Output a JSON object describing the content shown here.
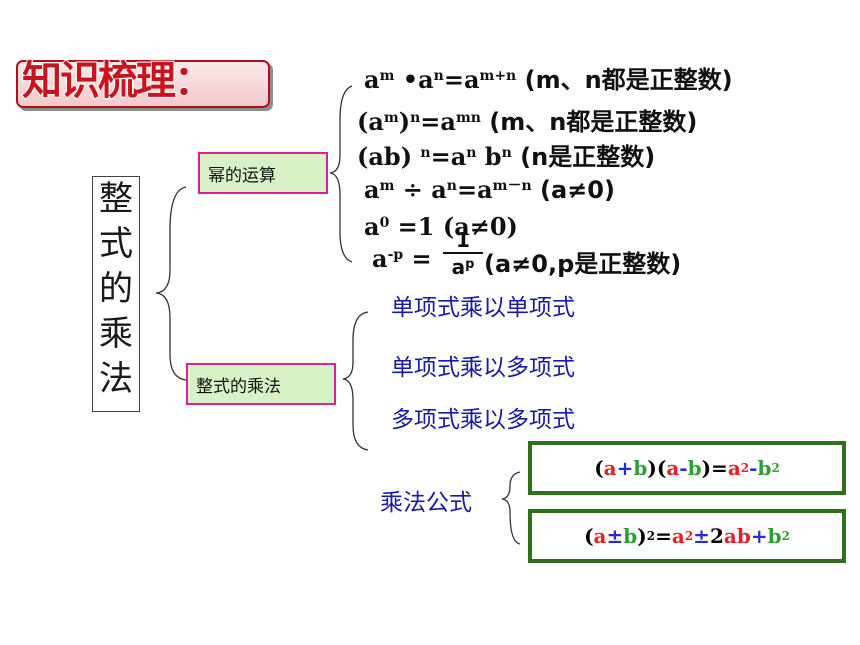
{
  "title": "知识梳理：",
  "main_topic": [
    "整",
    "式",
    "的",
    "乘",
    "法"
  ],
  "branches": {
    "power": "幂的运算",
    "multiplication": "整式的乘法"
  },
  "power_rules": {
    "r1": {
      "base": "a",
      "e1": "m",
      "dot": " •",
      "base2": "a",
      "e2": "n",
      "eq": "=a",
      "e3": "m+n",
      "cond": " (m、n都是正整数)"
    },
    "r2": {
      "open": "(a",
      "e1": "m",
      "close": ")",
      "e2": "n",
      "eq": "=a",
      "e3": "mn",
      "cond": " (m、n都是正整数)"
    },
    "r3": {
      "lhs": "(ab) ",
      "e1": "n",
      "eq": "=a",
      "e2": "n",
      "mid": " b",
      "e3": "n",
      "cond": "  (n是正整数)"
    },
    "r4": {
      "base": "a",
      "e1": "m",
      "op": " ÷ ",
      "base2": "a",
      "e2": "n",
      "eq": "=a",
      "e3": "m－n",
      "cond": " (a≠0)"
    },
    "r5": {
      "base": "a",
      "e1": "0",
      "rest": " =1 (a≠0)"
    },
    "r6": {
      "base": "a",
      "e1": "-p",
      "eq": " = ",
      "num": "1",
      "den": "a",
      "den_exp": "p",
      "cond": " (a≠0,p是正整数)"
    }
  },
  "mult_items": [
    "单项式乘以单项式",
    "单项式乘以多项式",
    "多项式乘以多项式"
  ],
  "formula_group_label": "乘法公式",
  "formula1": {
    "p1": "(",
    "a": "a",
    "plus": "+",
    "b": "b",
    "p2": ")(",
    "a2": "a",
    "minus": "-",
    "b2": "b",
    "p3": ")=",
    "a3": "a",
    "e1": "2",
    "minus2": "-",
    "b3": "b",
    "e2": "2"
  },
  "formula2": {
    "p1": "(",
    "a": "a",
    "pm": "±",
    "b": " b",
    "p2": ") ",
    "e0": "2",
    "eq": " =",
    "a2": "a",
    "e1": "2",
    "pm2": "± ",
    "mid": " 2",
    "ab": "ab",
    "plus": "+",
    "b2": "b",
    "e2": "2"
  },
  "colors": {
    "title": "#c8141e",
    "green_fill": "#d9f1c6",
    "box_border": "#e01c9b",
    "formula_border": "#2f6f1e",
    "blue_text": "#1a1aa0"
  }
}
